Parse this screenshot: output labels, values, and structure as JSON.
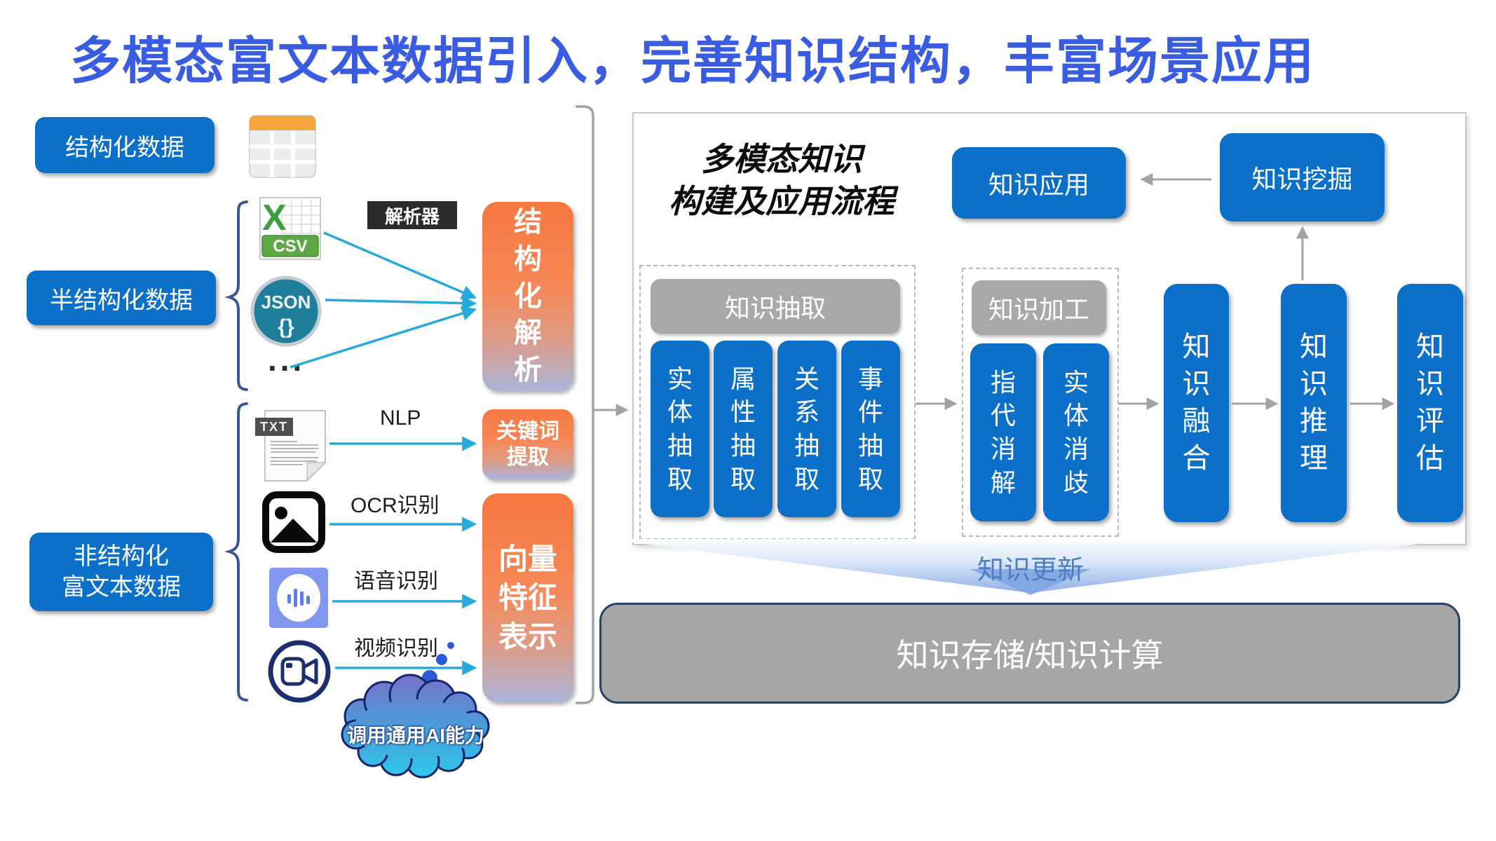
{
  "title": "多模态富文本数据引入，完善知识结构，丰富场景应用",
  "colors": {
    "title_blue": "#3A5CE0",
    "node_blue": "#0C70C8",
    "process_orange": "#F5783F",
    "process_fade": "#ABB4DB",
    "group_gray": "#A8A8A8",
    "storage_gray": "#A6A6A6",
    "storage_border": "#24426B",
    "cyan_arrow": "#29A8DC",
    "gray_arrow": "#9FA4A9",
    "update_text": "#4E7EC2"
  },
  "icons": {
    "table": "table-grid-icon",
    "csv": "csv-spreadsheet-icon",
    "json": "json-circle-icon",
    "txt": "txt-document-icon",
    "image": "image-icon",
    "audio": "audio-wave-icon",
    "video": "video-camera-icon",
    "cloud": "ai-cloud-shape"
  },
  "left": {
    "structured_label": "结构化数据",
    "semi_label": "半结构化数据",
    "unstructured_line1": "非结构化",
    "unstructured_line2": "富文本数据",
    "parser_tag": "解析器",
    "csv_x": "X",
    "csv_text": "CSV",
    "json_text": "JSON",
    "json_braces": "{}",
    "ellipsis": "...",
    "txt_badge": "TXT",
    "nlp_label": "NLP",
    "ocr_label": "OCR识别",
    "speech_label": "语音识别",
    "video_label": "视频识别",
    "structural_parse": "结构化解析",
    "keyword_extract": "关键词提取",
    "vector_feature": "向量特征表示",
    "cloud_label": "调用通用AI能力"
  },
  "panel": {
    "title_line1": "多模态知识",
    "title_line2": "构建及应用流程",
    "knowledge_app": "知识应用",
    "knowledge_mining": "知识挖掘",
    "extract": {
      "header": "知识抽取",
      "items": [
        "实体抽取",
        "属性抽取",
        "关系抽取",
        "事件抽取"
      ]
    },
    "refine": {
      "header": "知识加工",
      "items": [
        "指代消解",
        "实体消歧"
      ]
    },
    "fusion": "知识融合",
    "reasoning": "知识推理",
    "evaluation": "知识评估",
    "update_label": "知识更新",
    "storage_label": "知识存储/知识计算"
  }
}
